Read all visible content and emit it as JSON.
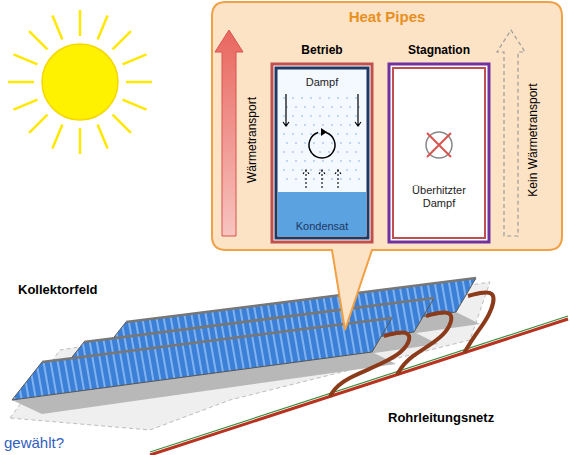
{
  "diagram": {
    "nodes": [
      {
        "text": [
          "Heat Pipes"
        ]
      },
      {
        "text": [
          "Betrieb",
          "Dampf",
          "Kondensat"
        ],
        "in": 0
      },
      {
        "text": [
          "Stagnation",
          "Überhitzter Dampf"
        ],
        "in": 0
      }
    ],
    "labels": [
      "Wärmetransport",
      "Kein Wärmetransport",
      "Kollektorfeld",
      "Rohrleitungsnetz",
      "gewählt?"
    ]
  }
}
